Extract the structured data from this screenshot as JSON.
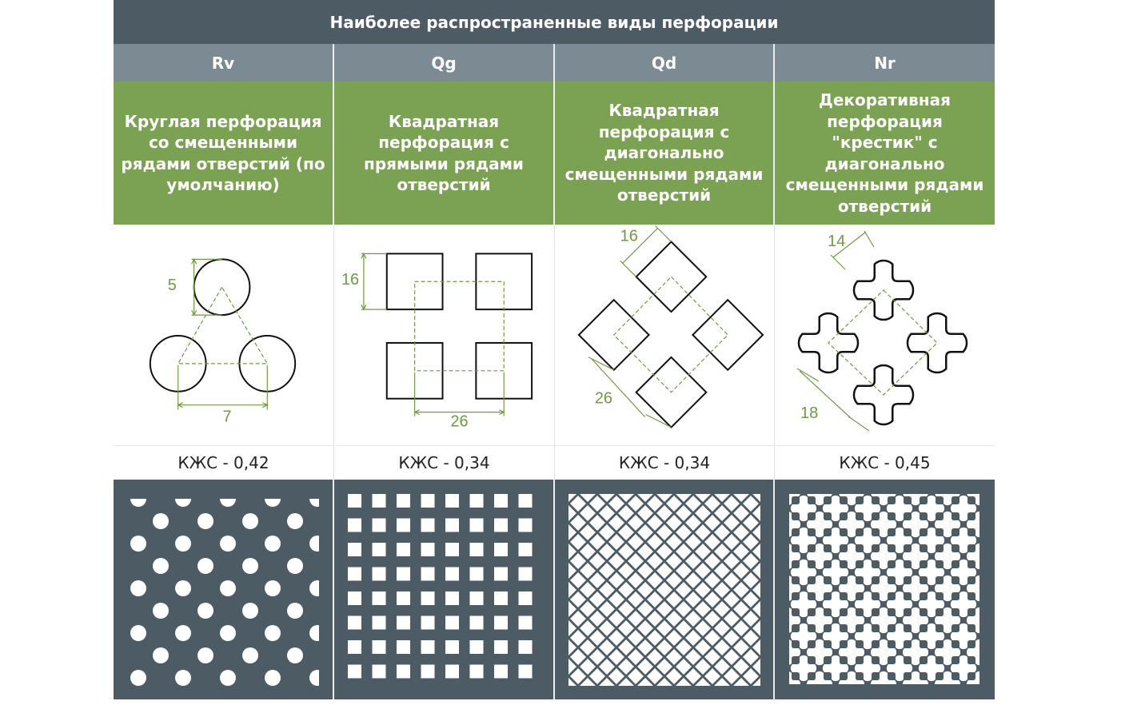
{
  "title": "Наиболее распространенные виды перфорации",
  "colors": {
    "header_dark": "#4d5b64",
    "header_gray": "#7c8a93",
    "header_green": "#7ba153",
    "dimension_green": "#6f9a45",
    "plate": "#4d5b64"
  },
  "columns": [
    {
      "code": "Rv",
      "description": "Круглая перфорация со смещенными рядами отверстий (по умолчанию)",
      "dims": [
        "5",
        "7"
      ],
      "coefficient": "КЖС - 0,42",
      "hole_shape": "circle"
    },
    {
      "code": "Qg",
      "description": "Квадратная перфорация с прямыми рядами отверстий",
      "dims": [
        "16",
        "26"
      ],
      "coefficient": "КЖС - 0,34",
      "hole_shape": "square"
    },
    {
      "code": "Qd",
      "description": "Квадратная перфорация с диагонально смещенными рядами отверстий",
      "dims": [
        "16",
        "26"
      ],
      "coefficient": "КЖС - 0,34",
      "hole_shape": "diamond"
    },
    {
      "code": "Nr",
      "description": "Декоративная перфорация \"крестик\" с диагонально смещенными рядами отверстий",
      "dims": [
        "14",
        "18"
      ],
      "coefficient": "КЖС - 0,45",
      "hole_shape": "cross"
    }
  ]
}
